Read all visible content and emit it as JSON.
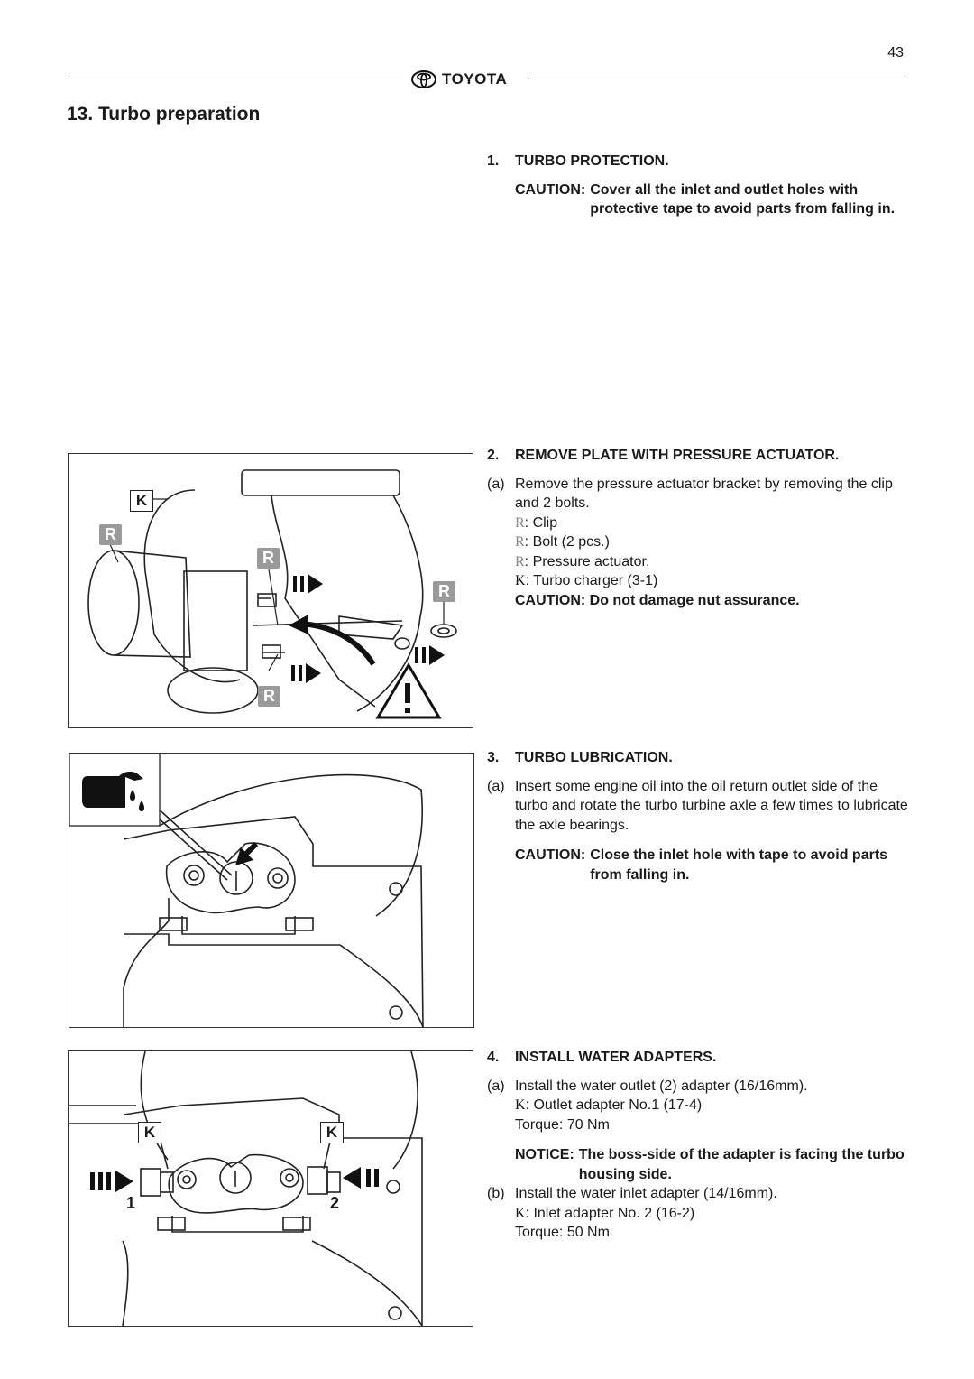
{
  "page_number": "43",
  "brand": "TOYOTA",
  "section_title": "13. Turbo preparation",
  "steps": [
    {
      "num": "1.",
      "title": "TURBO PROTECTION.",
      "caution_label": "CAUTION:",
      "caution_text": "Cover all the inlet and outlet holes with protective tape to avoid parts from falling in."
    },
    {
      "num": "2.",
      "title": "REMOVE PLATE WITH PRESSURE ACTUATOR.",
      "item_tag": "(a)",
      "item_text": "Remove the pressure actuator bracket by removing the clip and 2 bolts.",
      "parts": [
        {
          "key": "R",
          "text": ": Clip"
        },
        {
          "key": "R",
          "text": ": Bolt (2 pcs.)"
        },
        {
          "key": "R",
          "text": ": Pressure actuator."
        },
        {
          "key": "K",
          "text": ": Turbo charger (3-1)"
        }
      ],
      "caution": "CAUTION: Do not damage nut assurance."
    },
    {
      "num": "3.",
      "title": "TURBO LUBRICATION.",
      "item_tag": "(a)",
      "item_text": "Insert some engine oil into the oil return outlet side of the turbo and rotate the turbo turbine axle a few times to lubricate the axle bearings.",
      "caution_label": "CAUTION:",
      "caution_text": "Close the inlet hole with tape to avoid parts from falling in."
    },
    {
      "num": "4.",
      "title": "INSTALL WATER ADAPTERS.",
      "a_tag": "(a)",
      "a_text": "Install the water outlet (2) adapter (16/16mm).",
      "a_key": "K",
      "a_part": ": Outlet adapter No.1 (17-4)",
      "a_torque": "Torque: 70 Nm",
      "notice_label": "NOTICE:",
      "notice_text": "The boss-side of the adapter is facing the turbo housing side.",
      "b_tag": "(b)",
      "b_text": "Install the water inlet adapter (14/16mm).",
      "b_key": "K",
      "b_part": ": Inlet adapter No. 2 (16-2)",
      "b_torque": "Torque: 50 Nm"
    }
  ],
  "figures": {
    "fig1": {
      "labels": [
        "K",
        "R",
        "R",
        "R",
        "R"
      ]
    },
    "fig3": {
      "labels": [
        "K",
        "K",
        "1",
        "2"
      ]
    }
  },
  "colors": {
    "label_box_grey": "#9a9a9a",
    "text": "#1a1a1a"
  }
}
